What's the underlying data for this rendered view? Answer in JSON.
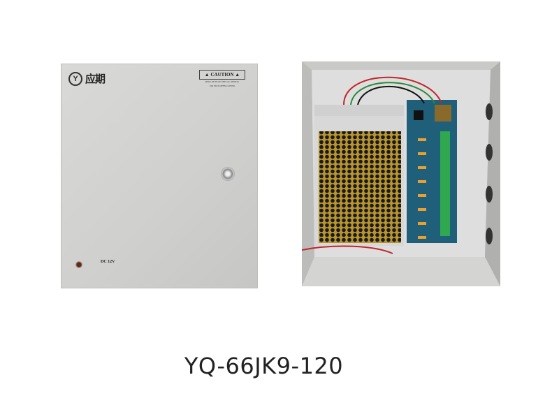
{
  "product": {
    "model": "YQ-66JK9-120",
    "closed_cabinet": {
      "brand_logo_text": "应期",
      "caution_label": "CAUTION",
      "caution_warning_line1": "RISK OF ELECTRICAL SHOCK",
      "caution_warning_line2": "DO NOT OPEN COVER",
      "voltage_label": "DC 12V"
    }
  }
}
